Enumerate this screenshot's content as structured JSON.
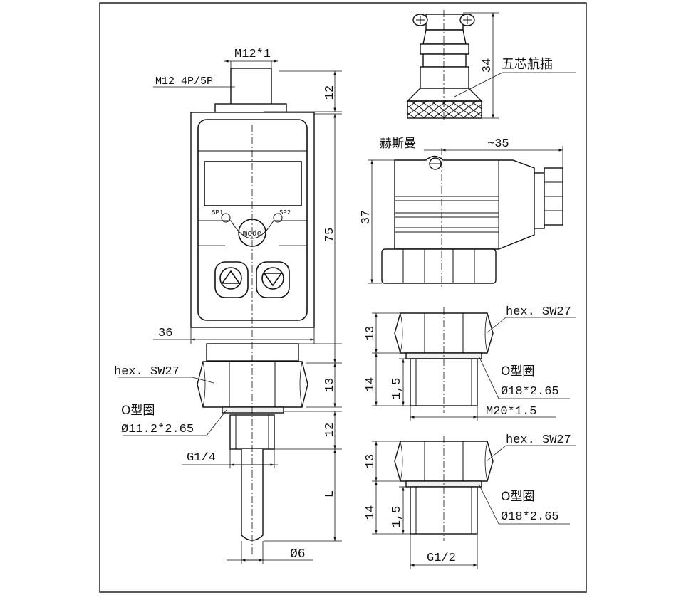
{
  "sensor": {
    "connector_label": "M12  4P/5P",
    "thread_top": "M12*1",
    "display": {
      "sp1": "SP1",
      "sp2": "SP2",
      "mode": "mode"
    },
    "width": "36",
    "dim_top": "12",
    "dim_body": "75",
    "dim_hex": "13",
    "dim_neck": "12",
    "dim_probe": "L",
    "hex_label": "hex. SW27",
    "oring_label": "O型圈",
    "oring_size": "Ø11.2*2.65",
    "thread_bottom": "G1/4",
    "probe_dia": "Ø6"
  },
  "plug_top": {
    "label": "五芯航插",
    "height": "34"
  },
  "plug_side": {
    "label": "赫斯曼",
    "length": "~35",
    "height": "37"
  },
  "fitting_a": {
    "hex_label": "hex. SW27",
    "dim_hex": "13",
    "dim_thread": "14",
    "dim_step": "1,5",
    "oring_label": "O型圈",
    "oring_size": "Ø18*2.65",
    "thread": "M20*1.5"
  },
  "fitting_b": {
    "hex_label": "hex. SW27",
    "dim_hex": "13",
    "dim_thread": "14",
    "dim_step": "1,5",
    "oring_label": "O型圈",
    "oring_size": "Ø18*2.65",
    "thread": "G1/2"
  }
}
